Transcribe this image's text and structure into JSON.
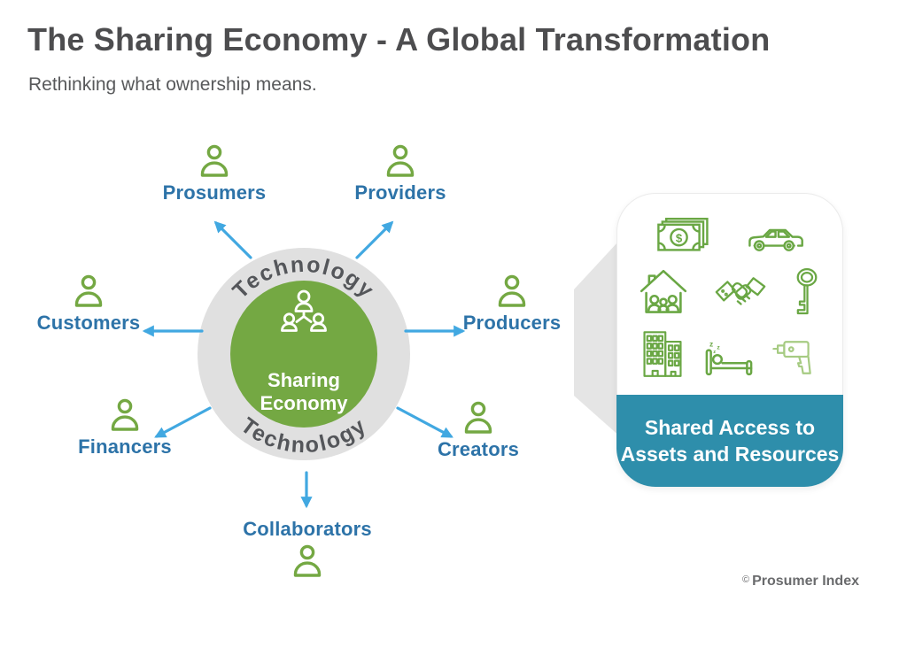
{
  "header": {
    "title": "The Sharing Economy - A Global Transformation",
    "subtitle": "Rethinking what ownership means."
  },
  "hub": {
    "ring_label_top": "Technology",
    "ring_label_bottom": "Technology",
    "center_line1": "Sharing",
    "center_line2": "Economy",
    "center_icon": "people-network-icon"
  },
  "stakeholders": [
    {
      "id": "prosumers",
      "label": "Prosumers",
      "icon": "person-icon"
    },
    {
      "id": "providers",
      "label": "Providers",
      "icon": "person-icon"
    },
    {
      "id": "customers",
      "label": "Customers",
      "icon": "person-icon"
    },
    {
      "id": "producers",
      "label": "Producers",
      "icon": "person-icon"
    },
    {
      "id": "financers",
      "label": "Financers",
      "icon": "person-icon"
    },
    {
      "id": "creators",
      "label": "Creators",
      "icon": "person-icon"
    },
    {
      "id": "collaborators",
      "label": "Collaborators",
      "icon": "person-icon"
    }
  ],
  "panel": {
    "icons": [
      "money-icon",
      "car-icon",
      "house-sharing-icon",
      "handshake-icon",
      "key-icon",
      "building-icon",
      "bed-icon",
      "drill-icon"
    ],
    "caption_line1": "Shared Access to",
    "caption_line2": "Assets and Resources"
  },
  "footer": {
    "credit_symbol": "©",
    "credit_text": "Prosumer Index"
  },
  "colors": {
    "green": "#74a843",
    "green_light": "#a6cb82",
    "label_blue": "#2d73a8",
    "arrow_blue": "#41a8e1",
    "teal_banner": "#2e8eab",
    "ring_gray": "#e0e0e0",
    "wedge_gray": "#e5e5e5",
    "title_gray": "#4d4d4f"
  }
}
